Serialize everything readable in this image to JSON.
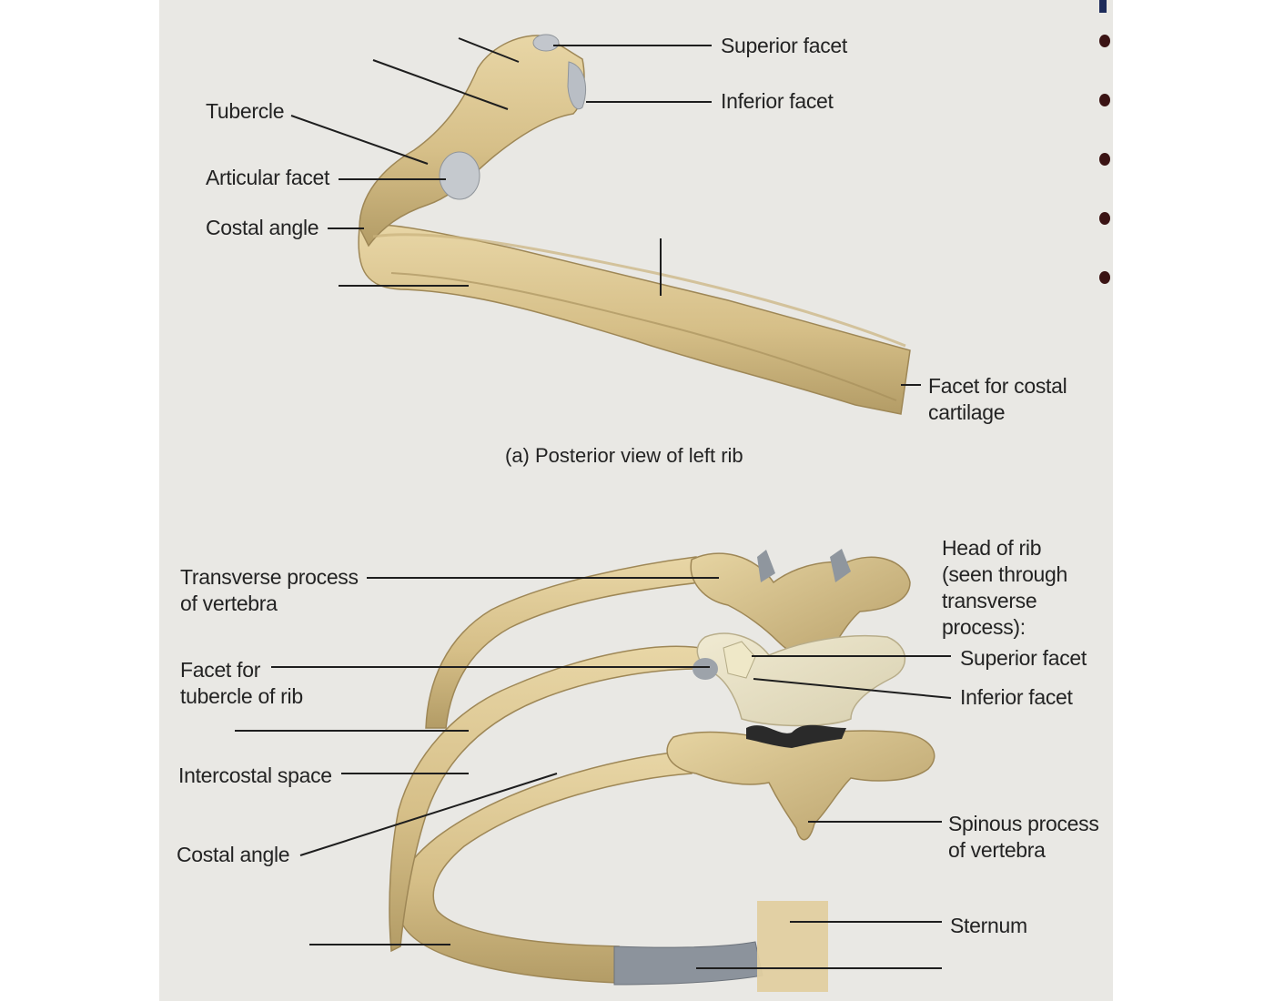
{
  "view_a": {
    "caption": "(a) Posterior view of left rib",
    "labels": {
      "superior_facet": "Superior facet",
      "inferior_facet": "Inferior facet",
      "tubercle": "Tubercle",
      "articular_facet": "Articular facet",
      "costal_angle": "Costal angle",
      "facet_costal_cartilage": "Facet for costal cartilage"
    }
  },
  "view_b": {
    "labels": {
      "transverse_process": "Transverse process of vertebra",
      "facet_tubercle": "Facet for tubercle of rib",
      "intercostal_space": "Intercostal space",
      "costal_angle": "Costal angle",
      "head_of_rib": "Head of rib (seen through transverse process):",
      "superior_facet": "Superior facet",
      "inferior_facet": "Inferior facet",
      "spinous_process": "Spinous process of vertebra",
      "sternum": "Sternum"
    }
  },
  "colors": {
    "bone": "#d9c38f",
    "bone_shadow": "#a8915c",
    "cartilage": "#8c939c",
    "background": "#e9e8e4",
    "leader": "#1e1e1e"
  }
}
